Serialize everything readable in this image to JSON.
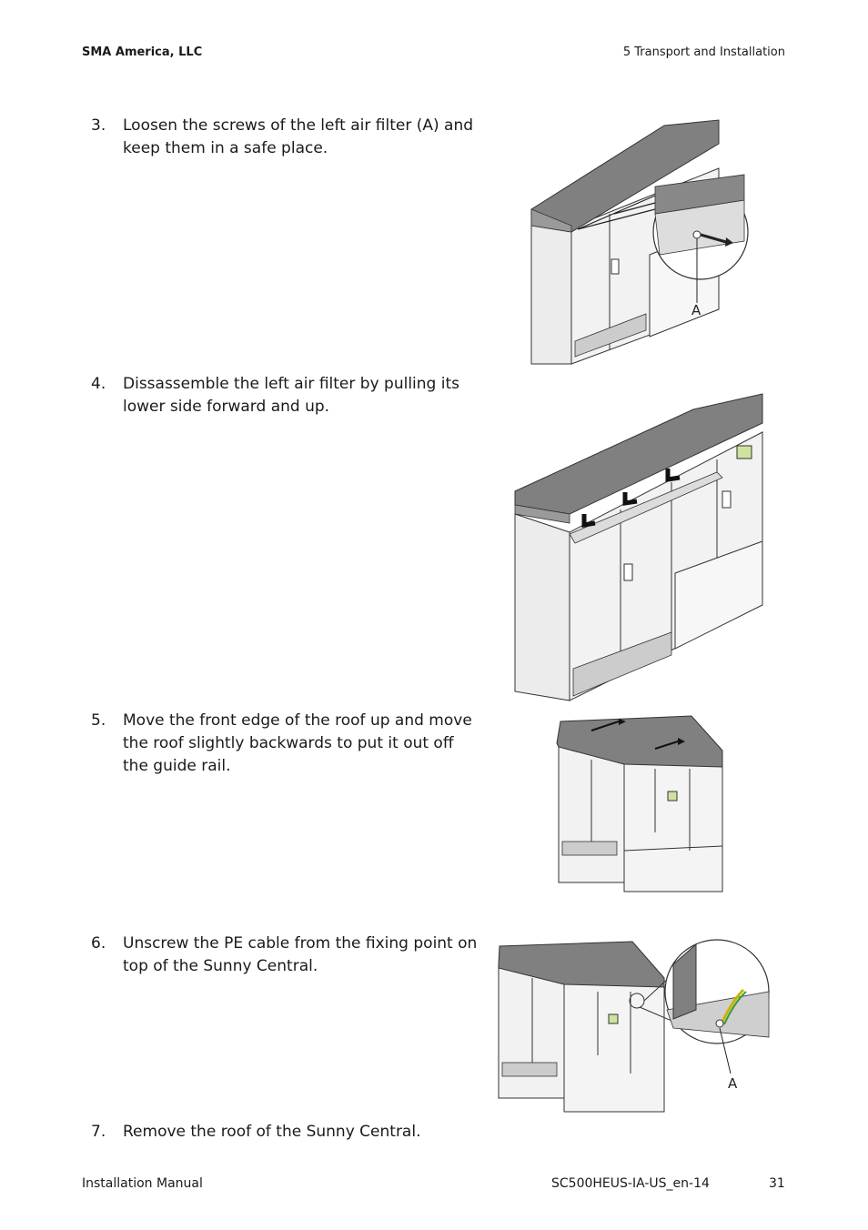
{
  "header": {
    "company": "SMA America, LLC",
    "section": "5  Transport and Installation"
  },
  "steps": [
    {
      "number": "3.",
      "text": "Loosen the screws of the left air filter (A) and keep them in a safe place."
    },
    {
      "number": "4.",
      "text": "Dissassemble the left air filter by pulling its lower side forward and up."
    },
    {
      "number": "5.",
      "text": "Move the front edge of the roof up and move the roof slightly backwards to put it out off the guide rail."
    },
    {
      "number": "6.",
      "text": "Unscrew the PE cable from the fixing point on top of the Sunny Central."
    },
    {
      "number": "7.",
      "text": "Remove the roof of the Sunny Central."
    }
  ],
  "figures": {
    "fig1_label": "A",
    "fig4_label": "A"
  },
  "footer": {
    "left": "Installation Manual",
    "doc_id": "SC500HEUS-IA-US_en-14",
    "page": "31"
  }
}
